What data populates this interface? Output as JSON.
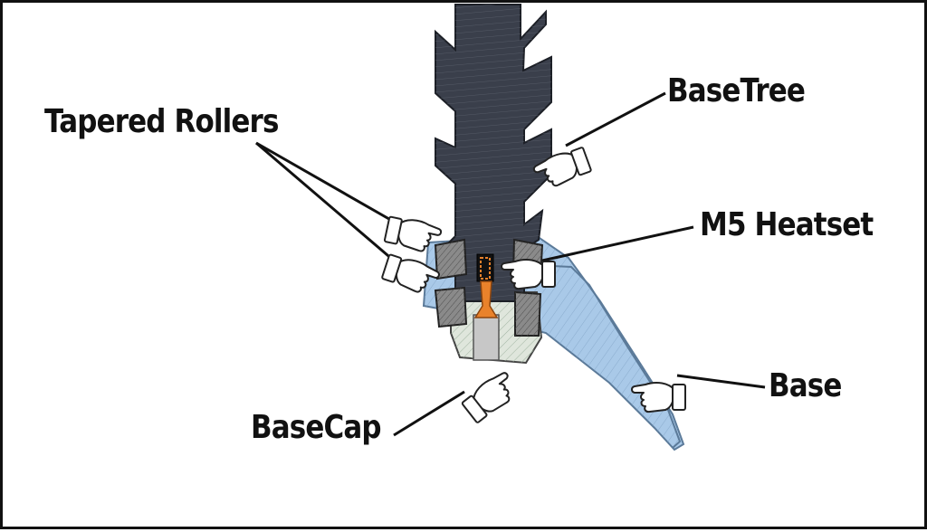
{
  "labels": {
    "tapered_rollers": "Tapered Rollers",
    "base_tree": "BaseTree",
    "m5_heatset": "M5 Heatset",
    "base": "Base",
    "base_cap": "BaseCap"
  },
  "colors": {
    "tree": "#3a3f4b",
    "tree_edge": "#1c1f26",
    "base": "#a9c9e8",
    "base_cap": "#dfe6dc",
    "roller": "#8a8a8a",
    "heatset": "#e9822b",
    "border": "#111111"
  }
}
